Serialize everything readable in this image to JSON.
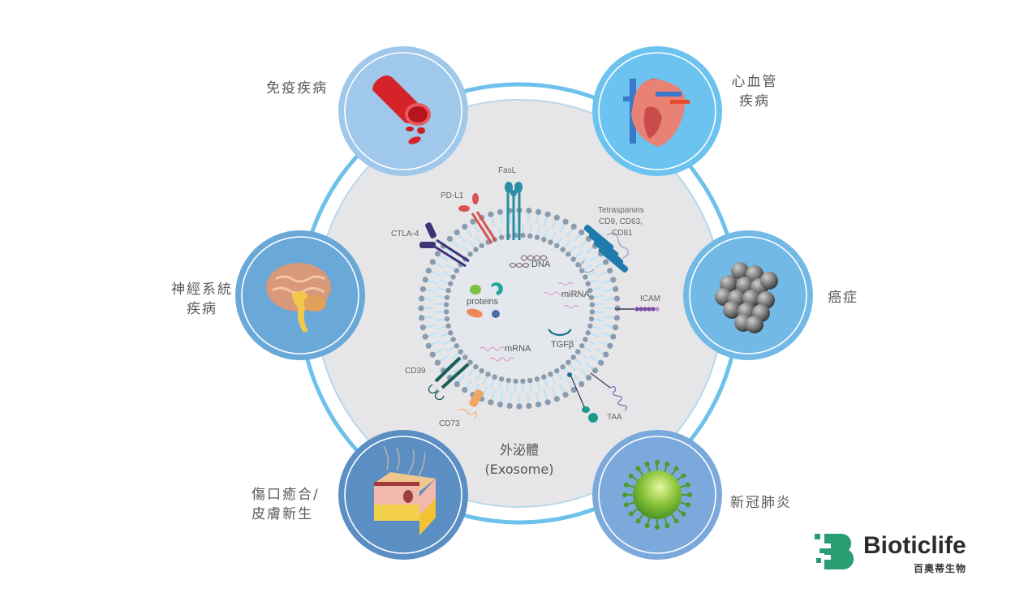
{
  "diagram": {
    "title": "外泌體",
    "subtitle": "(Exosome)",
    "colors": {
      "outer_ring": "#6ec1ea",
      "disc": "#e6e6e8",
      "membrane_head": "#8a9bb0",
      "membrane_tail": "#bfe3f5",
      "logo_green": "#2a9d72"
    },
    "diseases": [
      {
        "id": "immune",
        "label_lines": [
          "免疫疾病"
        ],
        "icon": "blood-vessel-icon",
        "color": "#9fc8ea"
      },
      {
        "id": "cardio",
        "label_lines": [
          "心血管",
          "疾病"
        ],
        "icon": "heart-icon",
        "color": "#6cc3ef"
      },
      {
        "id": "neuro",
        "label_lines": [
          "神經系統",
          "疾病"
        ],
        "icon": "brain-icon",
        "color": "#6aa8d8"
      },
      {
        "id": "cancer",
        "label_lines": [
          "癌症"
        ],
        "icon": "tumor-cells-icon",
        "color": "#72b9e6"
      },
      {
        "id": "wound",
        "label_lines": [
          "傷口癒合/",
          "皮膚新生"
        ],
        "icon": "skin-layers-icon",
        "color": "#5b8fc4"
      },
      {
        "id": "covid",
        "label_lines": [
          "新冠肺炎"
        ],
        "icon": "virus-icon",
        "color": "#7ba9dc"
      }
    ],
    "surface_molecules": {
      "fasl": "FasL",
      "pdl1": "PD-L1",
      "ctla4": "CTLA-4",
      "tetraspanins": [
        "Tetraspanins",
        "CD9, CD63,",
        "CD81"
      ],
      "icam": "ICAM",
      "cd39": "CD39",
      "cd73": "CD73",
      "taa": "TAA"
    },
    "cargo": {
      "dna": "DNA",
      "proteins": "proteins",
      "mirna": "miRNA",
      "mrna": "mRNA",
      "tgfb": "TGFβ"
    }
  },
  "logo": {
    "name": "Bioticlife",
    "chinese_name": "百奧蒂生物"
  }
}
